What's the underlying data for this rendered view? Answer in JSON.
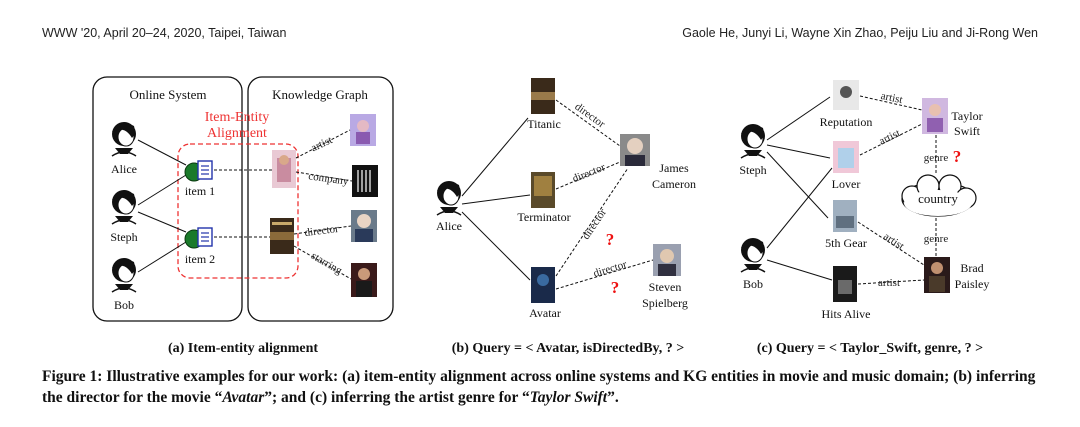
{
  "header": {
    "left": "WWW '20, April 20–24, 2020, Taipei, Taiwan",
    "right": "Gaole He, Junyi Li, Wayne Xin Zhao, Peiju Liu and Ji-Rong Wen"
  },
  "panel_a": {
    "online_system_title": "Online System",
    "kg_title": "Knowledge Graph",
    "alignment_label_line1": "Item-Entity",
    "alignment_label_line2": "Alignment",
    "users": [
      "Alice",
      "Steph",
      "Bob"
    ],
    "items": [
      "item 1",
      "item 2"
    ],
    "relations": [
      "artist",
      "company",
      "director",
      "starring"
    ],
    "caption": "(a) Item-entity alignment"
  },
  "panel_b": {
    "user": "Alice",
    "movies": [
      "Titanic",
      "Terminator",
      "Avatar"
    ],
    "people": {
      "james_line1": "James",
      "james_line2": "Cameron",
      "steven_line1": "Steven",
      "steven_line2": "Spielberg"
    },
    "relation": "director",
    "question": "?",
    "caption": "(b) Query = < Avatar, isDirectedBy, ? >"
  },
  "panel_c": {
    "users": [
      "Steph",
      "Bob"
    ],
    "albums": [
      "Reputation",
      "Lover",
      "5th Gear",
      "Hits Alive"
    ],
    "artists": {
      "taylor_line1": "Taylor",
      "taylor_line2": "Swift",
      "brad_line1": "Brad",
      "brad_line2": "Paisley"
    },
    "relation_artist": "artist",
    "relation_genre": "genre",
    "genre_node": "country",
    "question": "?",
    "caption": "(c) Query = < Taylor_Swift, genre, ? >"
  },
  "figure_caption": {
    "prefix": "Figure 1: Illustrative examples for our work: (a) item-entity alignment across online systems and KG entities in movie and music domain; (b) inferring the director for the movie “",
    "avatar": "Avatar",
    "middle": "”; and (c) inferring the artist genre for “",
    "taylor": "Taylor Swift",
    "suffix": "”."
  },
  "colors": {
    "alignment_red": "#e33",
    "question_red": "#e11"
  }
}
